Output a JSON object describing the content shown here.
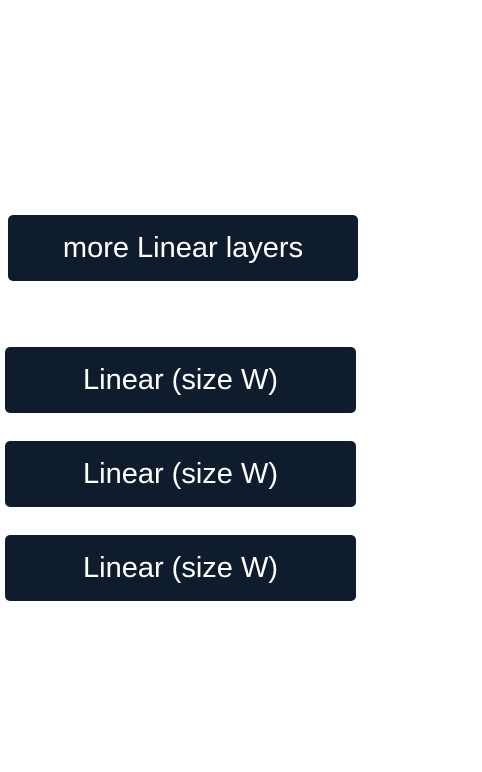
{
  "diagram": {
    "nodes": [
      {
        "id": "more",
        "label": "more Linear layers"
      },
      {
        "id": "linear-1",
        "label": "Linear (size W)"
      },
      {
        "id": "linear-2",
        "label": "Linear (size W)"
      },
      {
        "id": "linear-3",
        "label": "Linear (size W)"
      }
    ],
    "colors": {
      "node_fill": "#0f1c2e",
      "node_text": "#ffffff",
      "background": "#ffffff"
    }
  }
}
